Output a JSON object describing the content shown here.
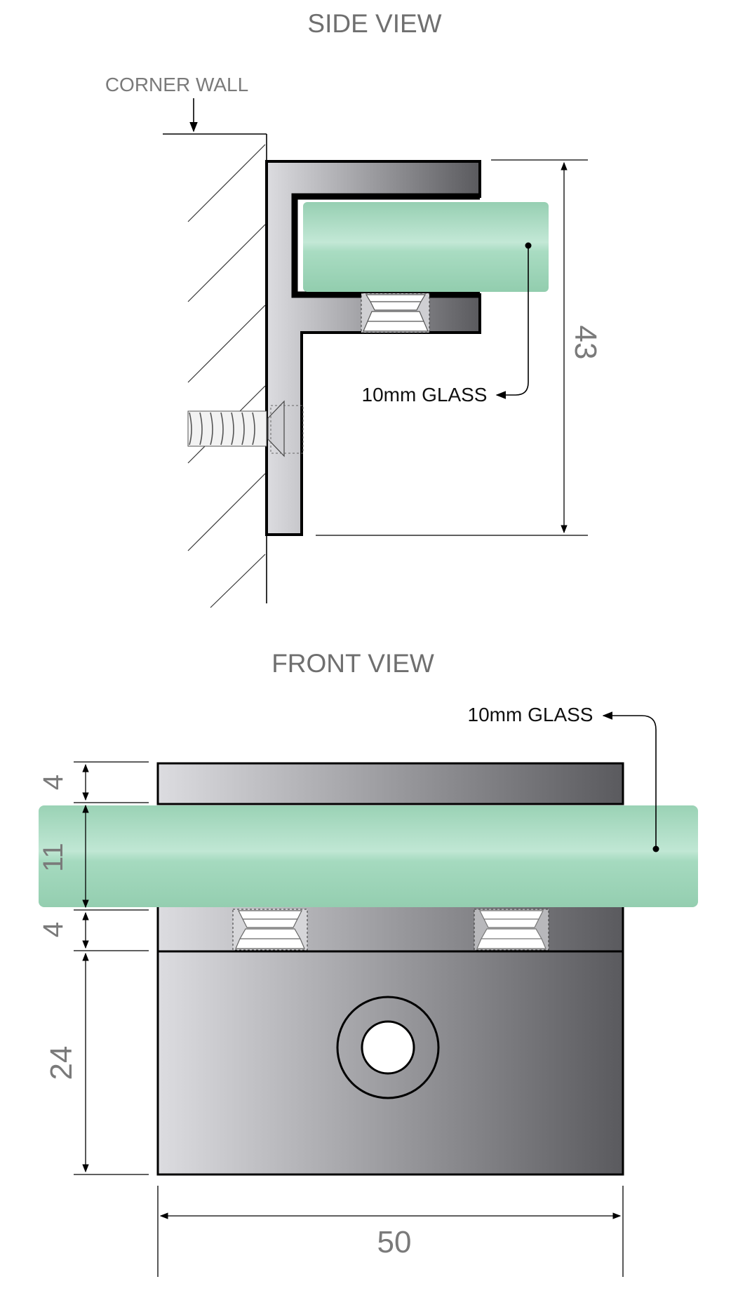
{
  "side_view": {
    "title": "SIDE VIEW",
    "wall_label": "CORNER WALL",
    "glass_label": "10mm GLASS",
    "height_dim": "43"
  },
  "front_view": {
    "title": "FRONT VIEW",
    "glass_label": "10mm GLASS",
    "dims": {
      "top_lip": "4",
      "glass": "11",
      "bottom_lip": "4",
      "base": "24",
      "width": "50"
    }
  },
  "colors": {
    "glass": "#9ed4b8",
    "glass_highlight": "#bfe6d2",
    "metal_light": "#d9d9dc",
    "metal_dark": "#5c5c60",
    "outline": "#000000",
    "dim_text": "#7a7a7a"
  },
  "icons": [
    "arrow-icon",
    "screw-icon",
    "bolt-icon",
    "mounting-hole-icon"
  ]
}
